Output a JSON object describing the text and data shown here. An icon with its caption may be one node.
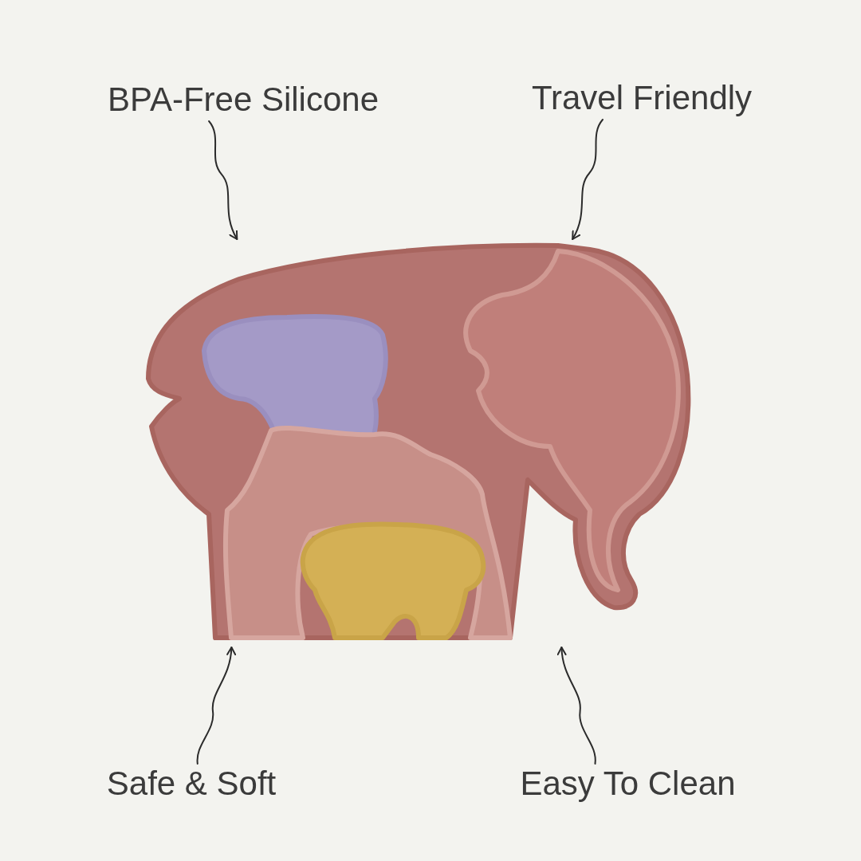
{
  "diagram": {
    "nodes": [
      {
        "text": [
          "BPA-Free Silicone"
        ]
      },
      {
        "text": [
          "Travel Friendly"
        ]
      },
      {
        "text": [],
        "shape": "picture"
      },
      {
        "text": [
          "Safe & Soft"
        ]
      },
      {
        "text": [
          "Easy To Clean"
        ]
      }
    ],
    "edges": [
      {
        "from": 0,
        "to": 2,
        "arrow": "to"
      },
      {
        "from": 1,
        "to": 2,
        "arrow": "to"
      },
      {
        "from": 3,
        "to": 2,
        "arrow": "to"
      },
      {
        "from": 4,
        "to": 2,
        "arrow": "to"
      }
    ]
  }
}
